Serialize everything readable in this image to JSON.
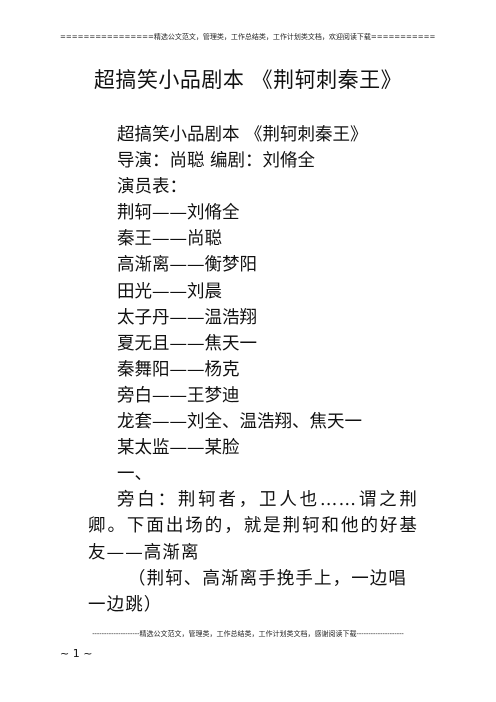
{
  "header": {
    "banner": "================精选公文范文，管理类，工作总结类，工作计划类文档，欢迎阅读下载=============="
  },
  "document": {
    "title": "超搞笑小品剧本 《荆轲刺秦王》",
    "lines": {
      "subtitle": "超搞笑小品剧本 《荆轲刺秦王》",
      "credits": "导演：尚聪 编剧：刘脩全",
      "cast_heading": "演员表："
    },
    "cast": [
      "荆轲——刘脩全",
      "秦王——尚聪",
      "高渐离——衡梦阳",
      "田光——刘晨",
      "太子丹——温浩翔",
      "夏无且——焦天一",
      "秦舞阳——杨克",
      "旁白——王梦迪",
      "龙套——刘全、温浩翔、焦天一",
      "某太监——某脸"
    ],
    "section_number": "一、",
    "narration": "旁白：荆轲者，卫人也……谓之荆卿。下面出场的，就是荆轲和他的好基友——高渐离",
    "stage_direction": "（荆轲、高渐离手挽手上，一边唱一边跳）"
  },
  "footer": {
    "banner": "--------------------精选公文范文，管理类，工作总结类，工作计划类文档，感谢阅读下载--------------------",
    "page_number": "~ 1 ~"
  }
}
